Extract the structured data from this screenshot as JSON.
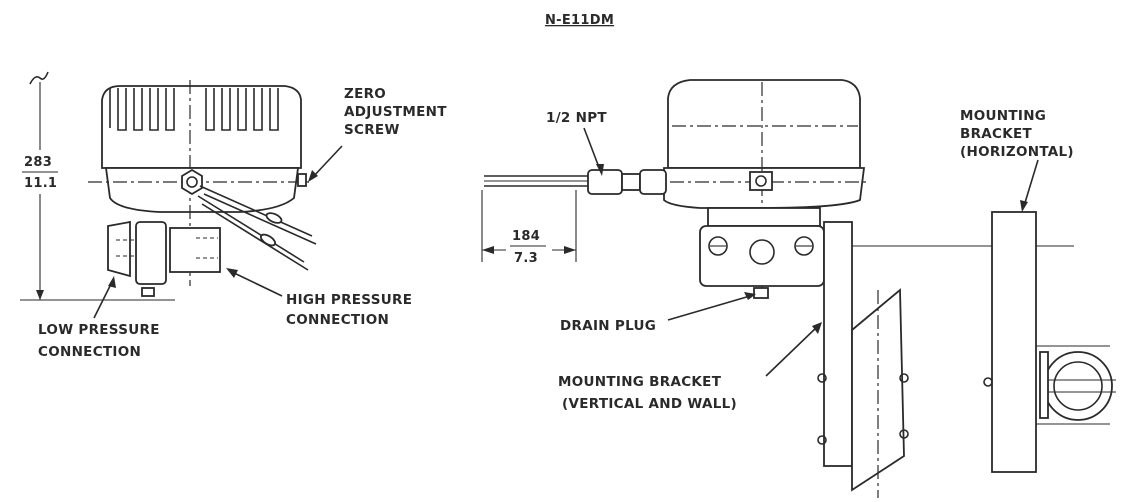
{
  "title": "N-E11DM",
  "left_view": {
    "dimension_mm": "283",
    "dimension_in": "11.1",
    "labels": {
      "zero_adjustment_line1": "ZERO",
      "zero_adjustment_line2": "ADJUSTMENT",
      "zero_adjustment_line3": "SCREW",
      "high_pressure_line1": "HIGH PRESSURE",
      "high_pressure_line2": "CONNECTION",
      "low_pressure_line1": "LOW PRESSURE",
      "low_pressure_line2": "CONNECTION"
    }
  },
  "right_view": {
    "npt_label": "1/2 NPT",
    "dimension_mm": "184",
    "dimension_in": "7.3",
    "labels": {
      "drain_plug": "DRAIN PLUG",
      "bracket_vertical_line1": "MOUNTING BRACKET",
      "bracket_vertical_line2": "(VERTICAL AND WALL)",
      "bracket_horizontal_line1": "MOUNTING",
      "bracket_horizontal_line2": "BRACKET",
      "bracket_horizontal_line3": "(HORIZONTAL)"
    }
  }
}
